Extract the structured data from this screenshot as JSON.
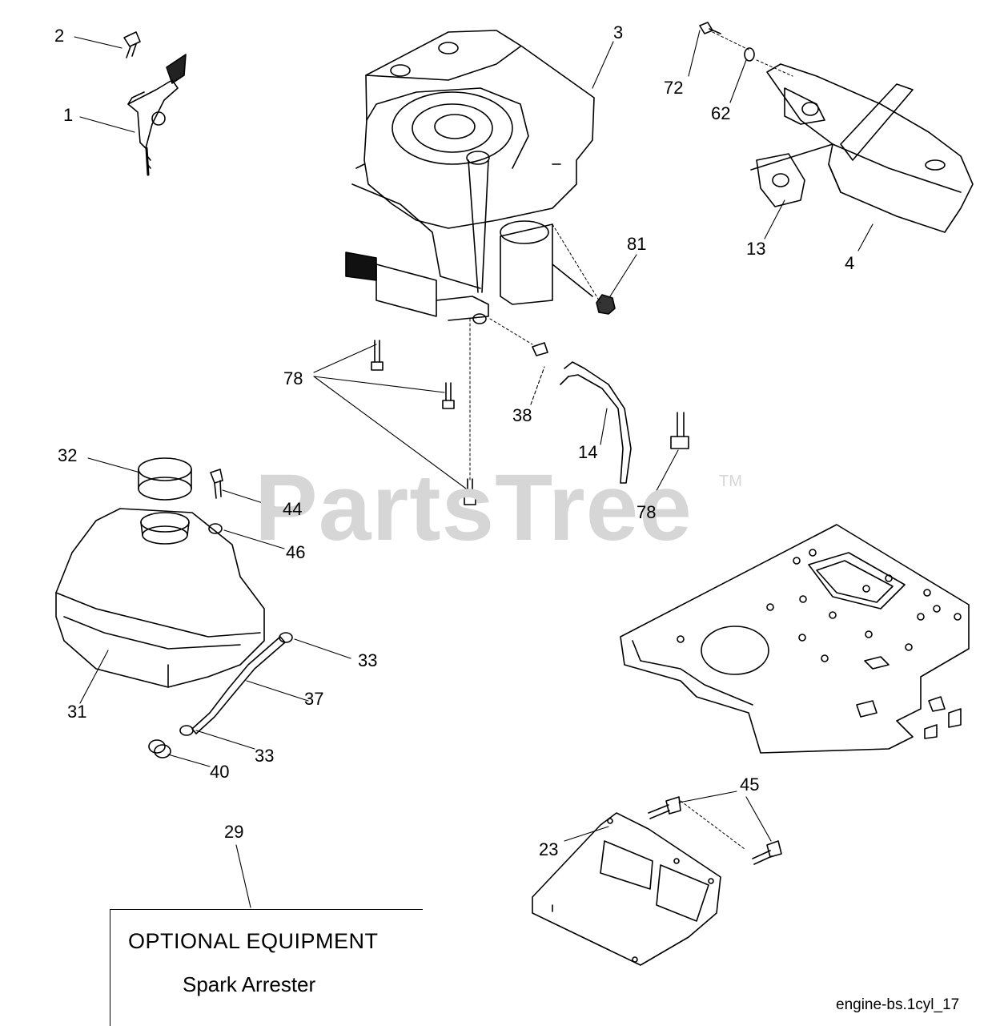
{
  "watermark": {
    "brand": "PartsTree",
    "trademark": "TM"
  },
  "callouts": [
    "1",
    "2",
    "3",
    "4",
    "13",
    "14",
    "23",
    "29",
    "31",
    "32",
    "33",
    "33",
    "37",
    "38",
    "40",
    "44",
    "45",
    "46",
    "62",
    "72",
    "78",
    "78",
    "81"
  ],
  "optional_box": {
    "title": "OPTIONAL EQUIPMENT",
    "subtitle": "Spark Arrester"
  },
  "figure_ref": "engine-bs.1cyl_17"
}
